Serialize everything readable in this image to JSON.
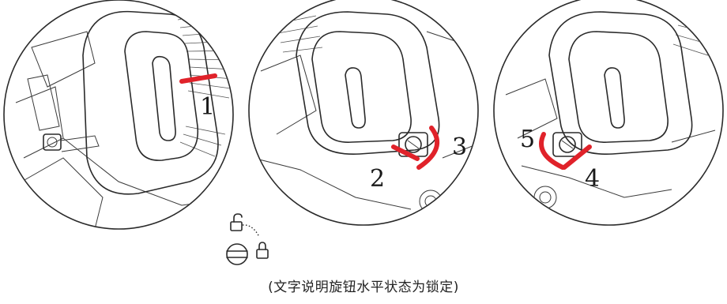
{
  "steps": [
    "1",
    "2",
    "3",
    "4",
    "5"
  ],
  "caption": "(文字说明旋钮水平状态为锁定)",
  "colors": {
    "highlight": "#e0222a",
    "line": "#2a2a2a"
  },
  "icons": [
    "unlocked-padlock-icon",
    "locked-padlock-icon",
    "knob-horizontal-icon"
  ]
}
